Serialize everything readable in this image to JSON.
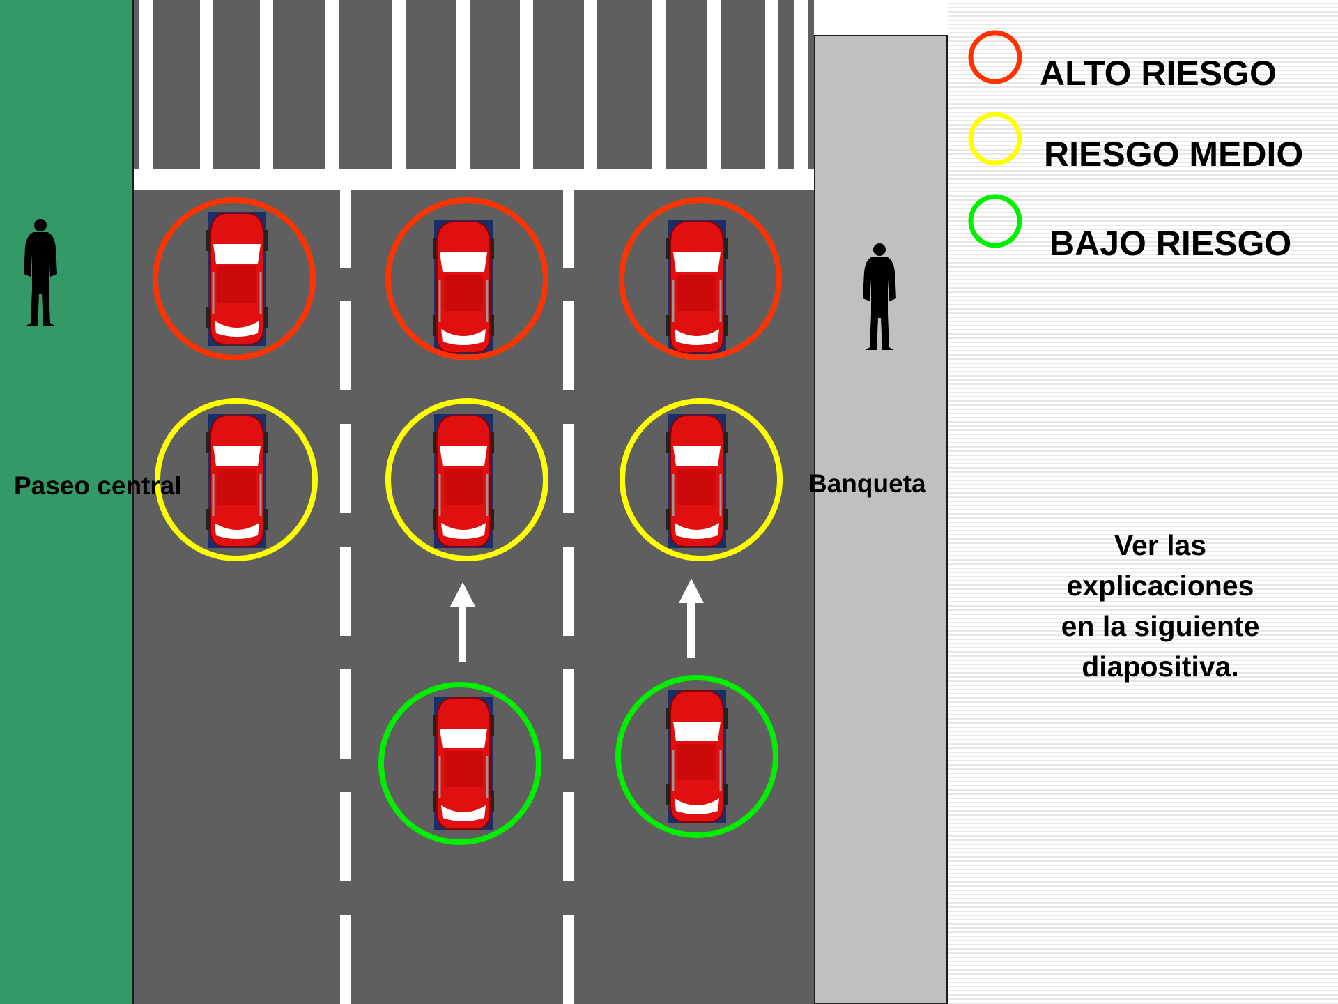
{
  "legend": {
    "high": {
      "label": "ALTO RIESGO",
      "color": "#ff3300"
    },
    "medium": {
      "label": "RIESGO MEDIO",
      "color": "#ffff00"
    },
    "low": {
      "label": "BAJO RIESGO",
      "color": "#00ee00"
    }
  },
  "areas": {
    "median_label": "Paseo central",
    "sidewalk_label": "Banqueta"
  },
  "note": "Ver las explicaciones en la siguiente diapositiva.",
  "note_lines": [
    "Ver las",
    "explicaciones",
    "en la siguiente",
    "diapositiva."
  ],
  "colors": {
    "median": "#339966",
    "road": "#5f5f5f",
    "sidewalk": "#c0c0c0",
    "car": "#e01010"
  },
  "vehicles": [
    {
      "lane": "left",
      "row": "front",
      "risk": "high"
    },
    {
      "lane": "center",
      "row": "front",
      "risk": "high"
    },
    {
      "lane": "right",
      "row": "front",
      "risk": "high"
    },
    {
      "lane": "left",
      "row": "middle",
      "risk": "medium"
    },
    {
      "lane": "center",
      "row": "middle",
      "risk": "medium"
    },
    {
      "lane": "right",
      "row": "middle",
      "risk": "medium"
    },
    {
      "lane": "center",
      "row": "back",
      "risk": "low"
    },
    {
      "lane": "right",
      "row": "back",
      "risk": "low"
    }
  ]
}
